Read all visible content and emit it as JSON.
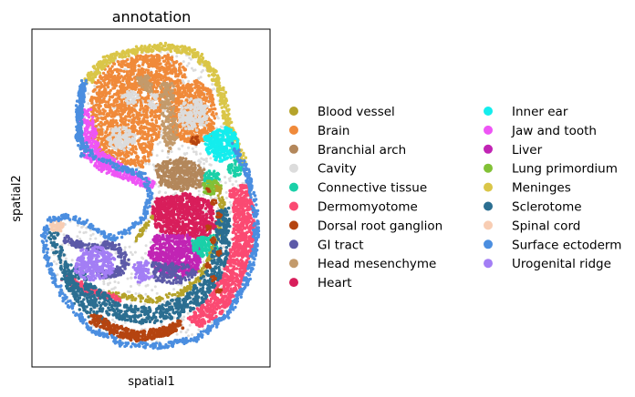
{
  "chart_data": {
    "type": "scatter",
    "title": "annotation",
    "xlabel": "spatial1",
    "ylabel": "spatial2",
    "grid": false,
    "legend_placement": "right",
    "legend": [
      {
        "name": "Blood vessel",
        "color": "#b5a32a"
      },
      {
        "name": "Brain",
        "color": "#f08a3a"
      },
      {
        "name": "Branchial arch",
        "color": "#b3875b"
      },
      {
        "name": "Cavity",
        "color": "#dcdcdc"
      },
      {
        "name": "Connective tissue",
        "color": "#1ad0a8"
      },
      {
        "name": "Dermomyotome",
        "color": "#fb4a72"
      },
      {
        "name": "Dorsal root ganglion",
        "color": "#b54410"
      },
      {
        "name": "GI tract",
        "color": "#5c5aa8"
      },
      {
        "name": "Head mesenchyme",
        "color": "#c39a6b"
      },
      {
        "name": "Heart",
        "color": "#d81e5b"
      },
      {
        "name": "Inner ear",
        "color": "#14eded"
      },
      {
        "name": "Jaw and tooth",
        "color": "#ee55f5"
      },
      {
        "name": "Liver",
        "color": "#c124b4"
      },
      {
        "name": "Lung primordium",
        "color": "#82c136"
      },
      {
        "name": "Meninges",
        "color": "#dac648"
      },
      {
        "name": "Sclerotome",
        "color": "#2b6e91"
      },
      {
        "name": "Spinal cord",
        "color": "#f8cdb3"
      },
      {
        "name": "Surface ectoderm",
        "color": "#4b8ee0"
      },
      {
        "name": "Urogenital ridge",
        "color": "#a37ef5"
      }
    ]
  }
}
